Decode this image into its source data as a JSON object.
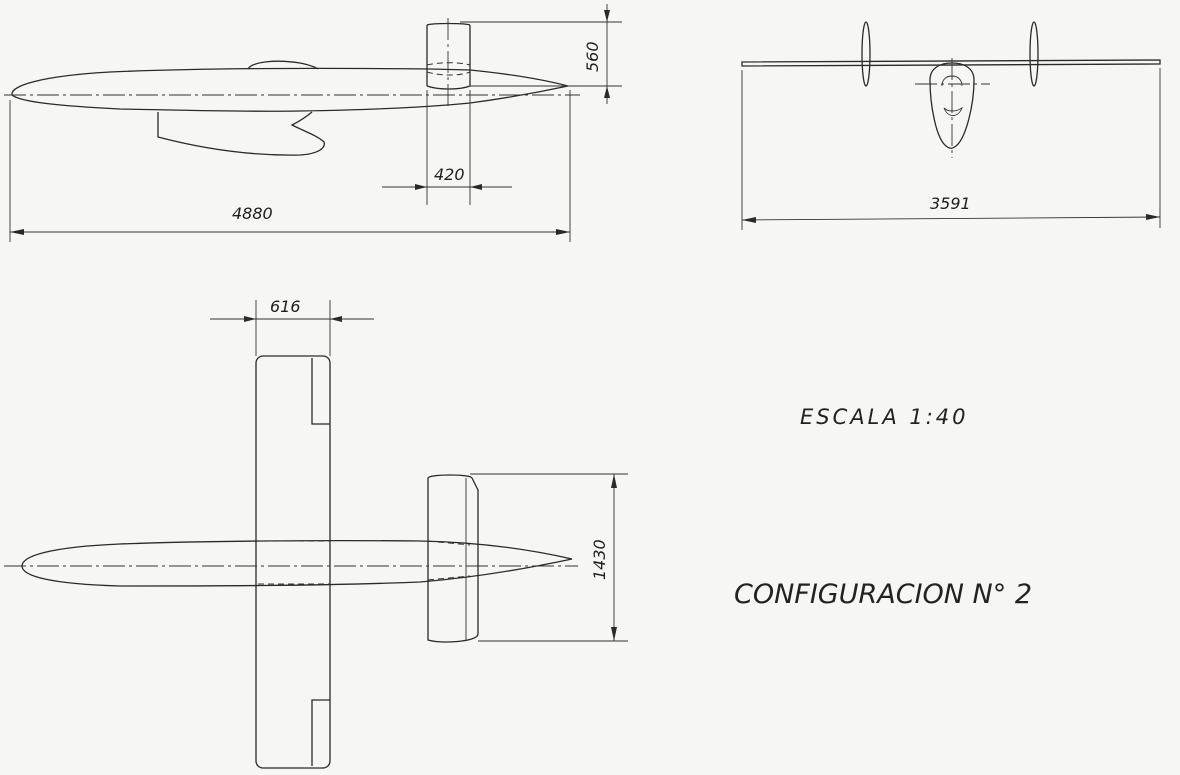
{
  "drawing": {
    "scale_label": "ESCALA  1:40",
    "configuration_label": "CONFIGURACION N° 2"
  },
  "dimensions": {
    "side_length": "4880",
    "side_tail_width": "420",
    "side_tail_height": "560",
    "front_span": "3591",
    "top_wing_chord": "616",
    "top_tail_span": "1430"
  }
}
